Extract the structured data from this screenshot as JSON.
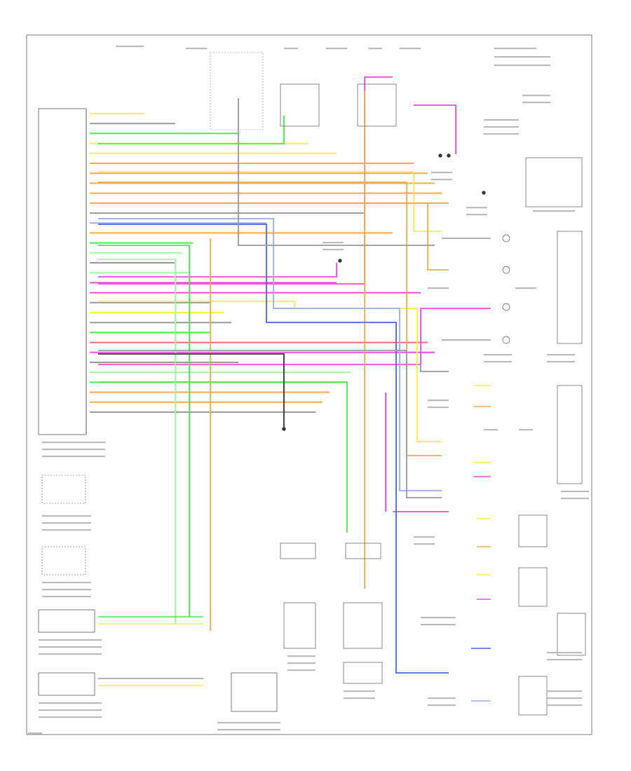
{
  "diagram": {
    "footer_code": "",
    "colors": {
      "pink": "#ff44ee",
      "orange": "#ffaa44",
      "yellow": "#ffee44",
      "green": "#44ee44",
      "lt_green": "#99ff99",
      "blue": "#4466ee",
      "lt_blue": "#99aaff",
      "gray": "#999999",
      "black": "#333333",
      "tan": "#ddccaa",
      "red": "#ff6666",
      "frame": "#666666"
    },
    "harness_colors": [
      "yellow",
      "gray",
      "green",
      "yellow",
      "yellow",
      "orange",
      "orange",
      "orange",
      "orange",
      "orange",
      "gray",
      "lt_blue",
      "orange",
      "green",
      "lt_green",
      "gray",
      "lt_green",
      "pink",
      "pink",
      "gray",
      "yellow",
      "gray",
      "green",
      "red",
      "pink",
      "gray",
      "lt_green",
      "green",
      "orange",
      "orange",
      "gray"
    ],
    "route_colors": [
      "pink",
      "yellow",
      "orange",
      "green",
      "blue",
      "gray",
      "pink",
      "lt_green",
      "green"
    ]
  }
}
